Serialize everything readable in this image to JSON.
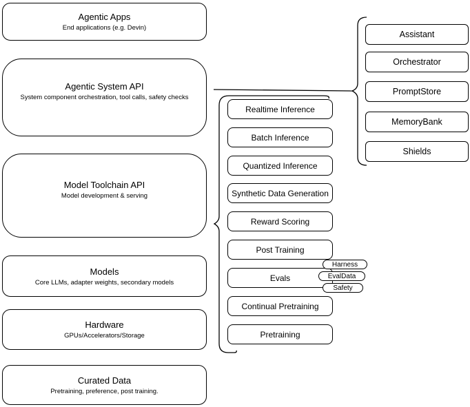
{
  "left_stack": [
    {
      "title": "Agentic Apps",
      "subtitle": "End applications (e.g. Devin)"
    },
    {
      "title": "Agentic System API",
      "subtitle": "System component orchestration, tool calls, safety checks"
    },
    {
      "title": "Model Toolchain API",
      "subtitle": "Model development & serving"
    },
    {
      "title": "Models",
      "subtitle": "Core LLMs, adapter weights, secondary models"
    },
    {
      "title": "Hardware",
      "subtitle": "GPUs/Accelerators/Storage"
    },
    {
      "title": "Curated Data",
      "subtitle": "Pretraining, preference, post training."
    }
  ],
  "toolchain_group": {
    "items": [
      "Realtime Inference",
      "Batch Inference",
      "Quantized Inference",
      "Synthetic Data Generation",
      "Reward Scoring",
      "Post Training",
      "Evals",
      "Continual Pretraining",
      "Pretraining"
    ],
    "eval_tags": [
      "Harness",
      "EvalData",
      "Safety"
    ]
  },
  "system_group": {
    "items": [
      "Assistant",
      "Orchestrator",
      "PromptStore",
      "MemoryBank",
      "Shields"
    ]
  },
  "colors": {
    "stroke": "#000000",
    "background": "#ffffff",
    "text": "#000000"
  }
}
